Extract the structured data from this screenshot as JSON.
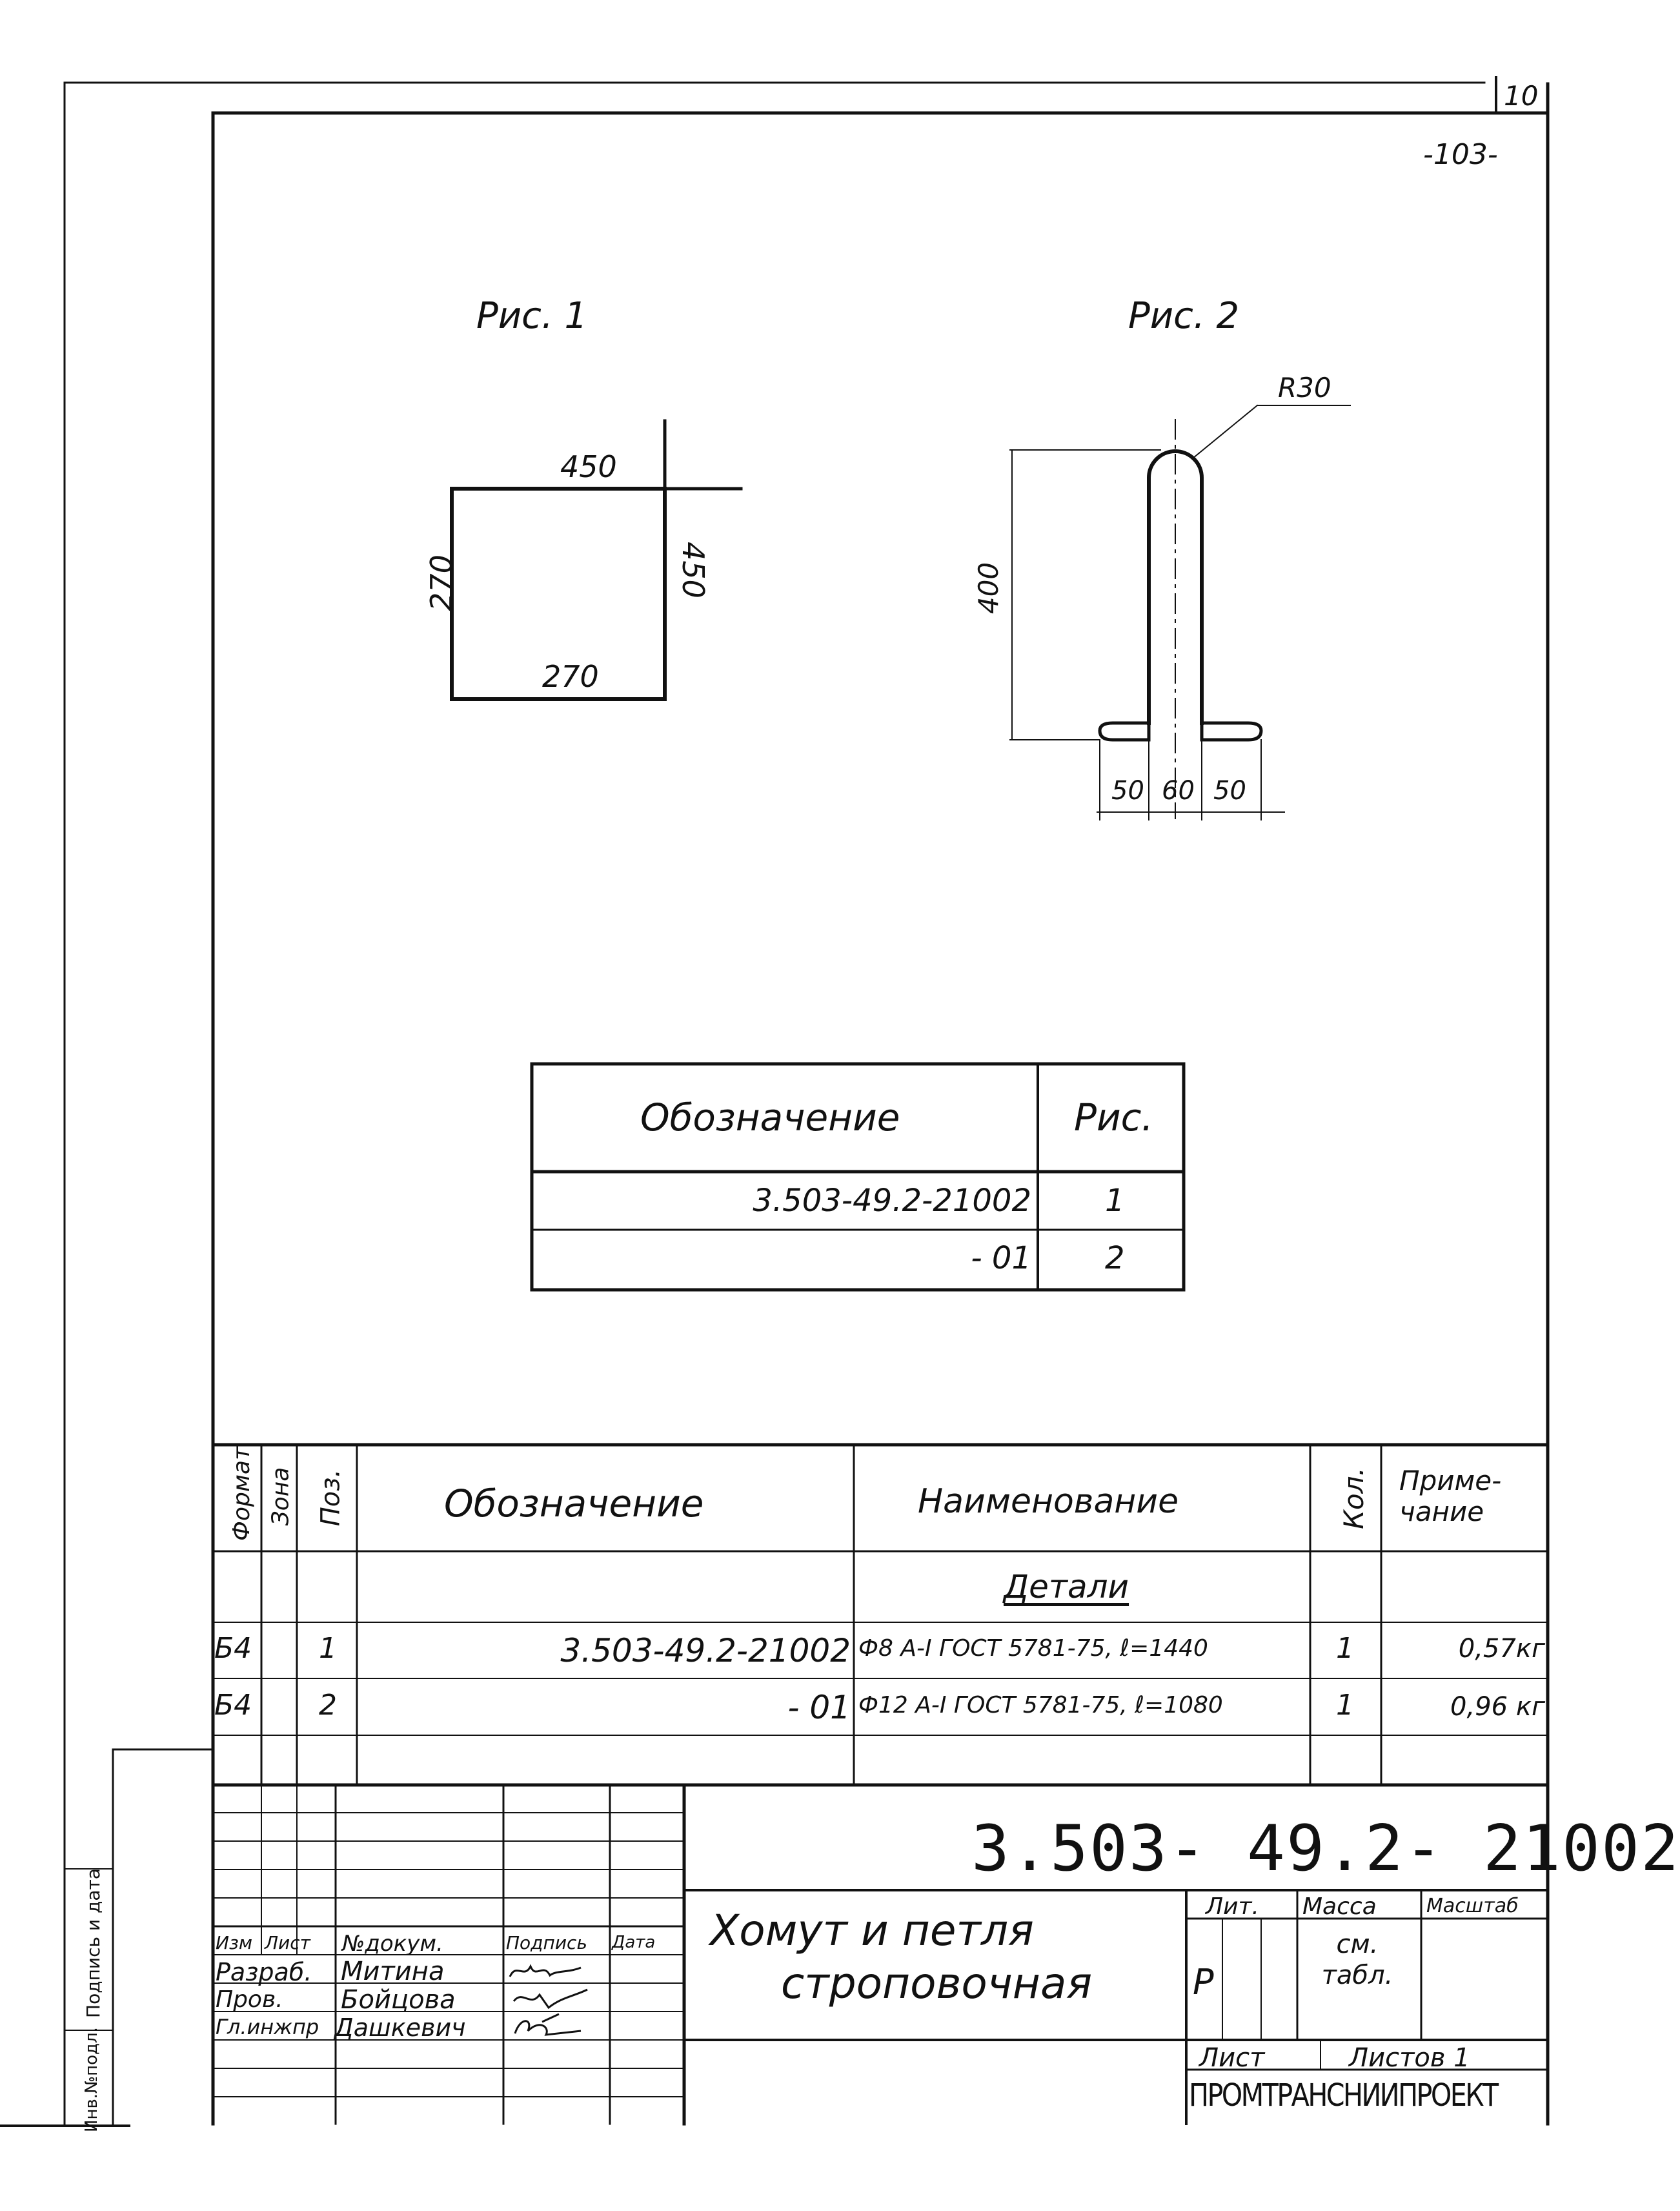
{
  "sheet_number": "10",
  "page_mark": "-103-",
  "figures": {
    "fig1": {
      "title": "Рис. 1",
      "dims": {
        "top": "450",
        "right": "450",
        "left": "270",
        "bottom": "270"
      }
    },
    "fig2": {
      "title": "Рис. 2",
      "dims": {
        "radius": "R30",
        "height": "400",
        "left_leg": "50",
        "gap": "60",
        "right_leg": "50"
      }
    }
  },
  "variants_table": {
    "headers": [
      "Обозначение",
      "Рис."
    ],
    "rows": [
      [
        "3.503-49.2-21002",
        "1"
      ],
      [
        "- 01",
        "2"
      ]
    ]
  },
  "spec_table": {
    "headers": {
      "format": "Формат",
      "zone": "Зона",
      "pos": "Поз.",
      "designation": "Обозначение",
      "name": "Наименование",
      "qty": "Кол.",
      "note": "Приме-\nчание"
    },
    "section": "Детали",
    "rows": [
      {
        "format": "Б4",
        "zone": "",
        "pos": "1",
        "designation": "3.503-49.2-21002",
        "name": "Ф8 А-I ГОСТ 5781-75, ℓ=1440",
        "qty": "1",
        "note": "0,57кг"
      },
      {
        "format": "Б4",
        "zone": "",
        "pos": "2",
        "designation": "- 01",
        "name": "Ф12 А-I ГОСТ 5781-75, ℓ=1080",
        "qty": "1",
        "note": "0,96 кг"
      }
    ]
  },
  "title_block": {
    "doc_code": "3.503- 49.2- 21002",
    "title_line1": "Хомут и петля",
    "title_line2": "строповочная",
    "headers": {
      "izm": "Изм",
      "list": "Лист",
      "doc": "№докум.",
      "sign": "Подпись",
      "date": "Дата"
    },
    "people": [
      {
        "role": "Разраб.",
        "name": "Митина"
      },
      {
        "role": "Пров.",
        "name": "Бойцова"
      },
      {
        "role": "Гл.инжпр",
        "name": "Дашкевич"
      }
    ],
    "lit_label": "Лит.",
    "lit_value": "Р",
    "mass_label": "Масса",
    "mass_value": "см. табл.",
    "scale_label": "Масштаб",
    "sheet_label": "Лист",
    "sheets_label": "Листов 1",
    "organization": "ПРОМТРАНСНИИПРОЕКТ"
  },
  "side_stamp": {
    "sign_date": "Подпись и дата",
    "inv": "Инв.№подл."
  }
}
